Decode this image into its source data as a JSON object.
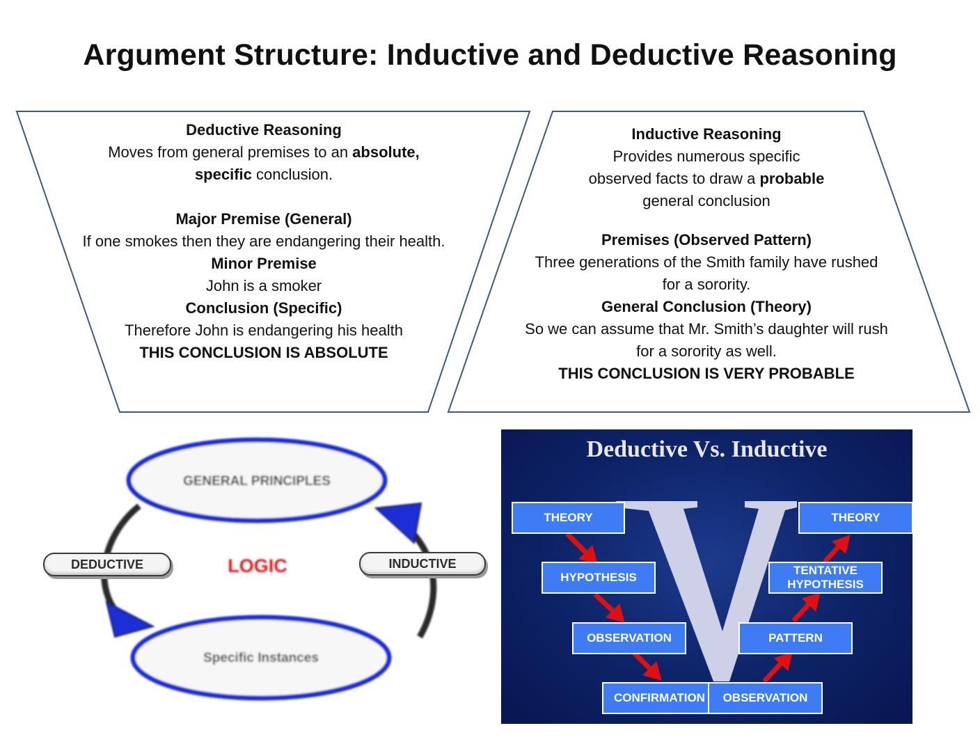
{
  "title": "Argument Structure: Inductive and Deductive Reasoning",
  "deductive": {
    "heading": "Deductive Reasoning",
    "desc_pre": "Moves from general premises to an ",
    "desc_bold1": "absolute,",
    "desc_bold2": "specific",
    "desc_post": " conclusion.",
    "major_label": "Major Premise (General)",
    "major_text": "If one smokes then they are endangering their health.",
    "minor_label": "Minor Premise",
    "minor_text": "John is a smoker",
    "conclusion_label": "Conclusion (Specific)",
    "conclusion_text": "Therefore John is endangering his health",
    "verdict": "THIS CONCLUSION IS ABSOLUTE"
  },
  "inductive": {
    "heading": "Inductive Reasoning",
    "desc_line1": "Provides numerous specific",
    "desc_pre": "observed facts to draw a ",
    "desc_bold": "probable",
    "desc_line3": "general conclusion",
    "premises_label": "Premises (Observed Pattern)",
    "premises_text": "Three generations of the Smith family have rushed for a sorority.",
    "conclusion_label": "General Conclusion (Theory)",
    "conclusion_text": "So we can assume that Mr. Smith’s daughter will rush for a sorority as well.",
    "verdict": "THIS CONCLUSION IS VERY PROBABLE"
  },
  "logic_cycle": {
    "top": "GENERAL PRINCIPLES",
    "bottom": "Specific Instances",
    "center": "LOGIC",
    "left": "DEDUCTIVE",
    "right": "INDUCTIVE"
  },
  "v_diagram": {
    "title": "Deductive Vs. Inductive",
    "left_steps": [
      "THEORY",
      "HYPOTHESIS",
      "OBSERVATION",
      "CONFIRMATION"
    ],
    "right_steps": [
      "THEORY",
      "TENTATIVE HYPOTHESIS",
      "PATTERN",
      "OBSERVATION"
    ],
    "center_letter": "V"
  },
  "colors": {
    "logic_blue": "#1a2fd6",
    "logic_red": "#d01a1a",
    "v_panel": "#0b1d5a",
    "v_box": "#3d7cf4",
    "v_arrow": "#e01010"
  }
}
